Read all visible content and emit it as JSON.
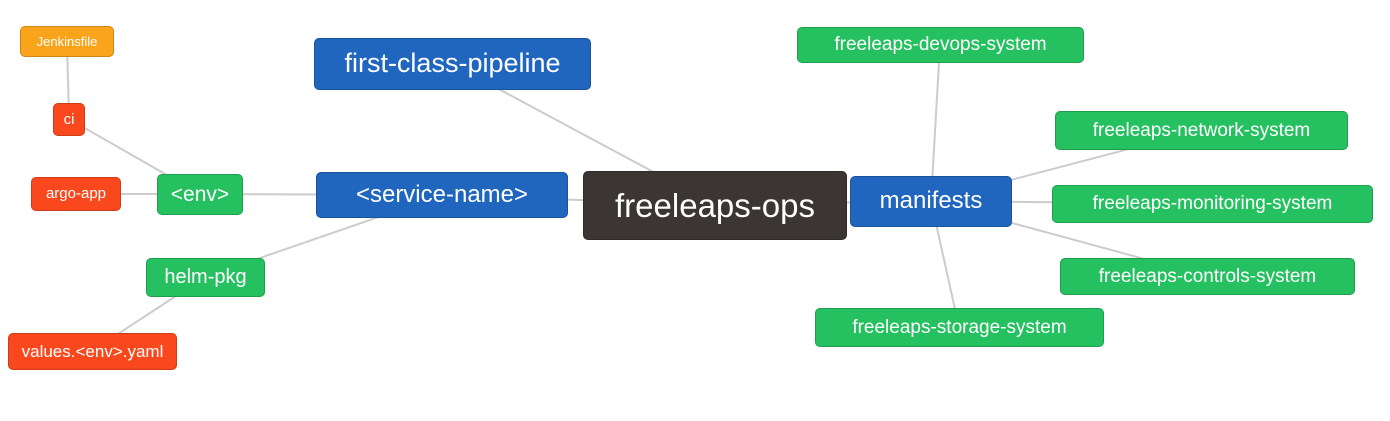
{
  "diagram": {
    "type": "mindmap",
    "root": "freeleaps-ops",
    "palette": {
      "orange": "#FAA41C",
      "red": "#FA481E",
      "green": "#25C05F",
      "blue": "#2066BF",
      "dark": "#3B3533",
      "edge_color": "#CCCCCC",
      "text_color": "#FFFFFF",
      "background": "#FFFFFF"
    },
    "nodes": [
      {
        "id": "jenkinsfile",
        "label": "Jenkinsfile",
        "color": "#FAA41C"
      },
      {
        "id": "ci",
        "label": "ci",
        "color": "#FA481E"
      },
      {
        "id": "argo-app",
        "label": "argo-app",
        "color": "#FA481E"
      },
      {
        "id": "env",
        "label": "<env>",
        "color": "#25C05F"
      },
      {
        "id": "helm-pkg",
        "label": "helm-pkg",
        "color": "#25C05F"
      },
      {
        "id": "values-env-yaml",
        "label": "values.<env>.yaml",
        "color": "#FA481E"
      },
      {
        "id": "first-class-pipeline",
        "label": "first-class-pipeline",
        "color": "#2066BF"
      },
      {
        "id": "service-name",
        "label": "<service-name>",
        "color": "#2066BF"
      },
      {
        "id": "freeleaps-ops",
        "label": "freeleaps-ops",
        "color": "#3B3533"
      },
      {
        "id": "manifests",
        "label": "manifests",
        "color": "#2066BF"
      },
      {
        "id": "freeleaps-devops-system",
        "label": "freeleaps-devops-system",
        "color": "#25C05F"
      },
      {
        "id": "freeleaps-network-system",
        "label": "freeleaps-network-system",
        "color": "#25C05F"
      },
      {
        "id": "freeleaps-monitoring-system",
        "label": "freeleaps-monitoring-system",
        "color": "#25C05F"
      },
      {
        "id": "freeleaps-controls-system",
        "label": "freeleaps-controls-system",
        "color": "#25C05F"
      },
      {
        "id": "freeleaps-storage-system",
        "label": "freeleaps-storage-system",
        "color": "#25C05F"
      }
    ],
    "edges": [
      [
        "jenkinsfile",
        "ci"
      ],
      [
        "ci",
        "env"
      ],
      [
        "argo-app",
        "env"
      ],
      [
        "env",
        "service-name"
      ],
      [
        "helm-pkg",
        "service-name"
      ],
      [
        "values-env-yaml",
        "helm-pkg"
      ],
      [
        "first-class-pipeline",
        "freeleaps-ops"
      ],
      [
        "service-name",
        "freeleaps-ops"
      ],
      [
        "freeleaps-ops",
        "manifests"
      ],
      [
        "manifests",
        "freeleaps-devops-system"
      ],
      [
        "manifests",
        "freeleaps-network-system"
      ],
      [
        "manifests",
        "freeleaps-monitoring-system"
      ],
      [
        "manifests",
        "freeleaps-controls-system"
      ],
      [
        "manifests",
        "freeleaps-storage-system"
      ]
    ]
  }
}
